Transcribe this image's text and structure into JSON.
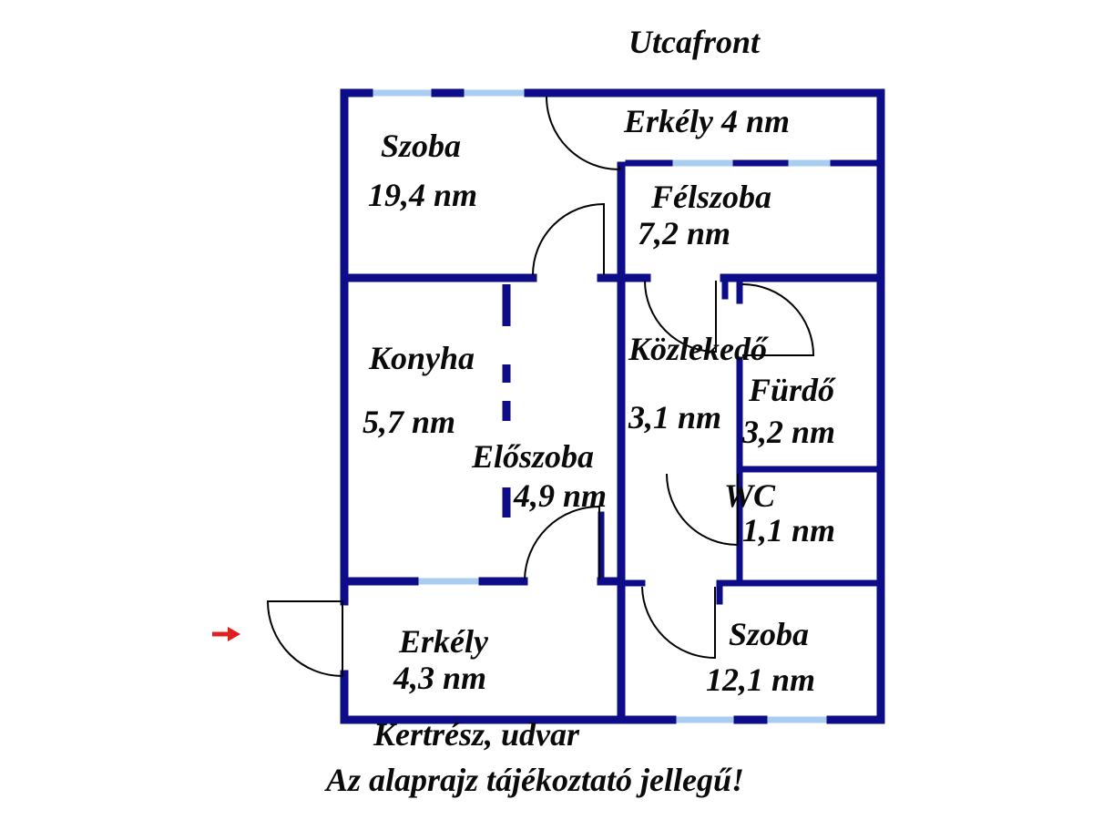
{
  "street_label": "Utcafront",
  "yard_label": "Kertrész, udvar",
  "disclaimer": "Az alaprajz tájékoztató jellegű!",
  "colors": {
    "wall": "#0d0d8a",
    "window": "#a8cdf0",
    "text": "#0a0a0a",
    "arrow": "#e02020"
  },
  "rooms": [
    {
      "id": "szoba-1",
      "name": "Szoba",
      "area": "19,4 nm"
    },
    {
      "id": "erkely-1",
      "name": "Erkély 4 nm",
      "area": ""
    },
    {
      "id": "felszoba",
      "name": "Félszoba",
      "area": "7,2 nm"
    },
    {
      "id": "konyha",
      "name": "Konyha",
      "area": "5,7 nm"
    },
    {
      "id": "kozlekedo",
      "name": "Közlekedő",
      "area": "3,1 nm"
    },
    {
      "id": "furdo",
      "name": "Fürdő",
      "area": "3,2 nm"
    },
    {
      "id": "eloszoba",
      "name": "Előszoba",
      "area": "4,9 nm"
    },
    {
      "id": "wc",
      "name": "WC",
      "area": "1,1 nm"
    },
    {
      "id": "erkely-2",
      "name": "Erkély",
      "area": "4,3 nm"
    },
    {
      "id": "szoba-2",
      "name": "Szoba",
      "area": "12,1 nm"
    }
  ],
  "entrance_marker": "arrow-right-icon"
}
